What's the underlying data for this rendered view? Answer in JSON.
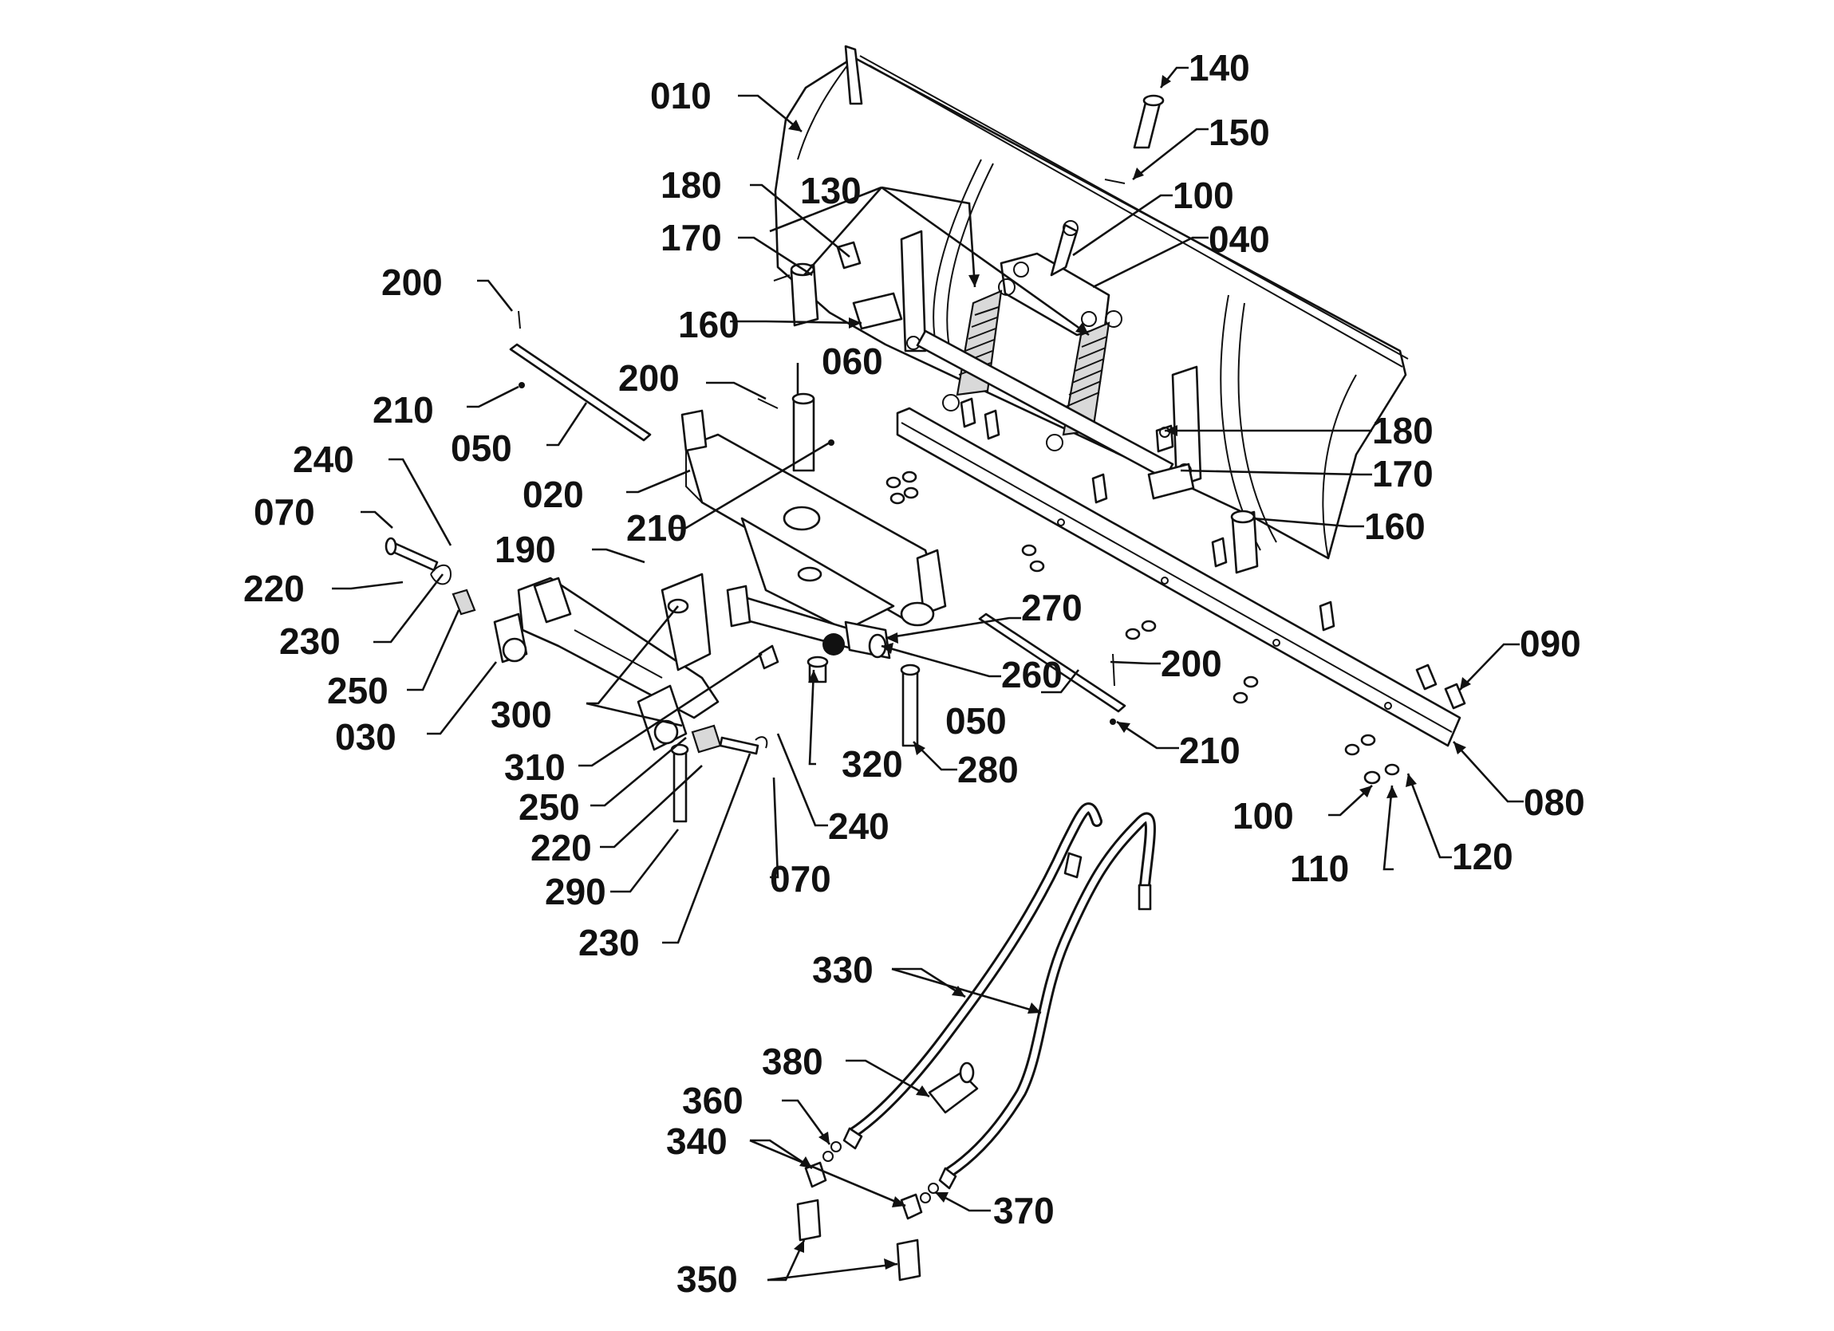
{
  "callouts": [
    {
      "id": "c010",
      "text": "010"
    },
    {
      "id": "c140",
      "text": "140"
    },
    {
      "id": "c150",
      "text": "150"
    },
    {
      "id": "c180a",
      "text": "180"
    },
    {
      "id": "c130",
      "text": "130"
    },
    {
      "id": "c100a",
      "text": "100"
    },
    {
      "id": "c170a",
      "text": "170"
    },
    {
      "id": "c040",
      "text": "040"
    },
    {
      "id": "c200a",
      "text": "200"
    },
    {
      "id": "c160a",
      "text": "160"
    },
    {
      "id": "c200b",
      "text": "200"
    },
    {
      "id": "c060",
      "text": "060"
    },
    {
      "id": "c210a",
      "text": "210"
    },
    {
      "id": "c050a",
      "text": "050"
    },
    {
      "id": "c180b",
      "text": "180"
    },
    {
      "id": "c240a",
      "text": "240"
    },
    {
      "id": "c020",
      "text": "020"
    },
    {
      "id": "c170b",
      "text": "170"
    },
    {
      "id": "c070a",
      "text": "070"
    },
    {
      "id": "c210b",
      "text": "210"
    },
    {
      "id": "c160b",
      "text": "160"
    },
    {
      "id": "c190",
      "text": "190"
    },
    {
      "id": "c220a",
      "text": "220"
    },
    {
      "id": "c270",
      "text": "270"
    },
    {
      "id": "c230a",
      "text": "230"
    },
    {
      "id": "c090",
      "text": "090"
    },
    {
      "id": "c260",
      "text": "260"
    },
    {
      "id": "c200c",
      "text": "200"
    },
    {
      "id": "c250a",
      "text": "250"
    },
    {
      "id": "c300",
      "text": "300"
    },
    {
      "id": "c050b",
      "text": "050"
    },
    {
      "id": "c030",
      "text": "030"
    },
    {
      "id": "c210c",
      "text": "210"
    },
    {
      "id": "c310",
      "text": "310"
    },
    {
      "id": "c320",
      "text": "320"
    },
    {
      "id": "c280",
      "text": "280"
    },
    {
      "id": "c080",
      "text": "080"
    },
    {
      "id": "c250b",
      "text": "250"
    },
    {
      "id": "c100b",
      "text": "100"
    },
    {
      "id": "c240b",
      "text": "240"
    },
    {
      "id": "c220b",
      "text": "220"
    },
    {
      "id": "c110",
      "text": "110"
    },
    {
      "id": "c120",
      "text": "120"
    },
    {
      "id": "c070b",
      "text": "070"
    },
    {
      "id": "c290",
      "text": "290"
    },
    {
      "id": "c230b",
      "text": "230"
    },
    {
      "id": "c330",
      "text": "330"
    },
    {
      "id": "c380",
      "text": "380"
    },
    {
      "id": "c360",
      "text": "360"
    },
    {
      "id": "c340",
      "text": "340"
    },
    {
      "id": "c370",
      "text": "370"
    },
    {
      "id": "c350",
      "text": "350"
    }
  ],
  "colors": {
    "ink": "#111111",
    "paper": "#ffffff"
  }
}
